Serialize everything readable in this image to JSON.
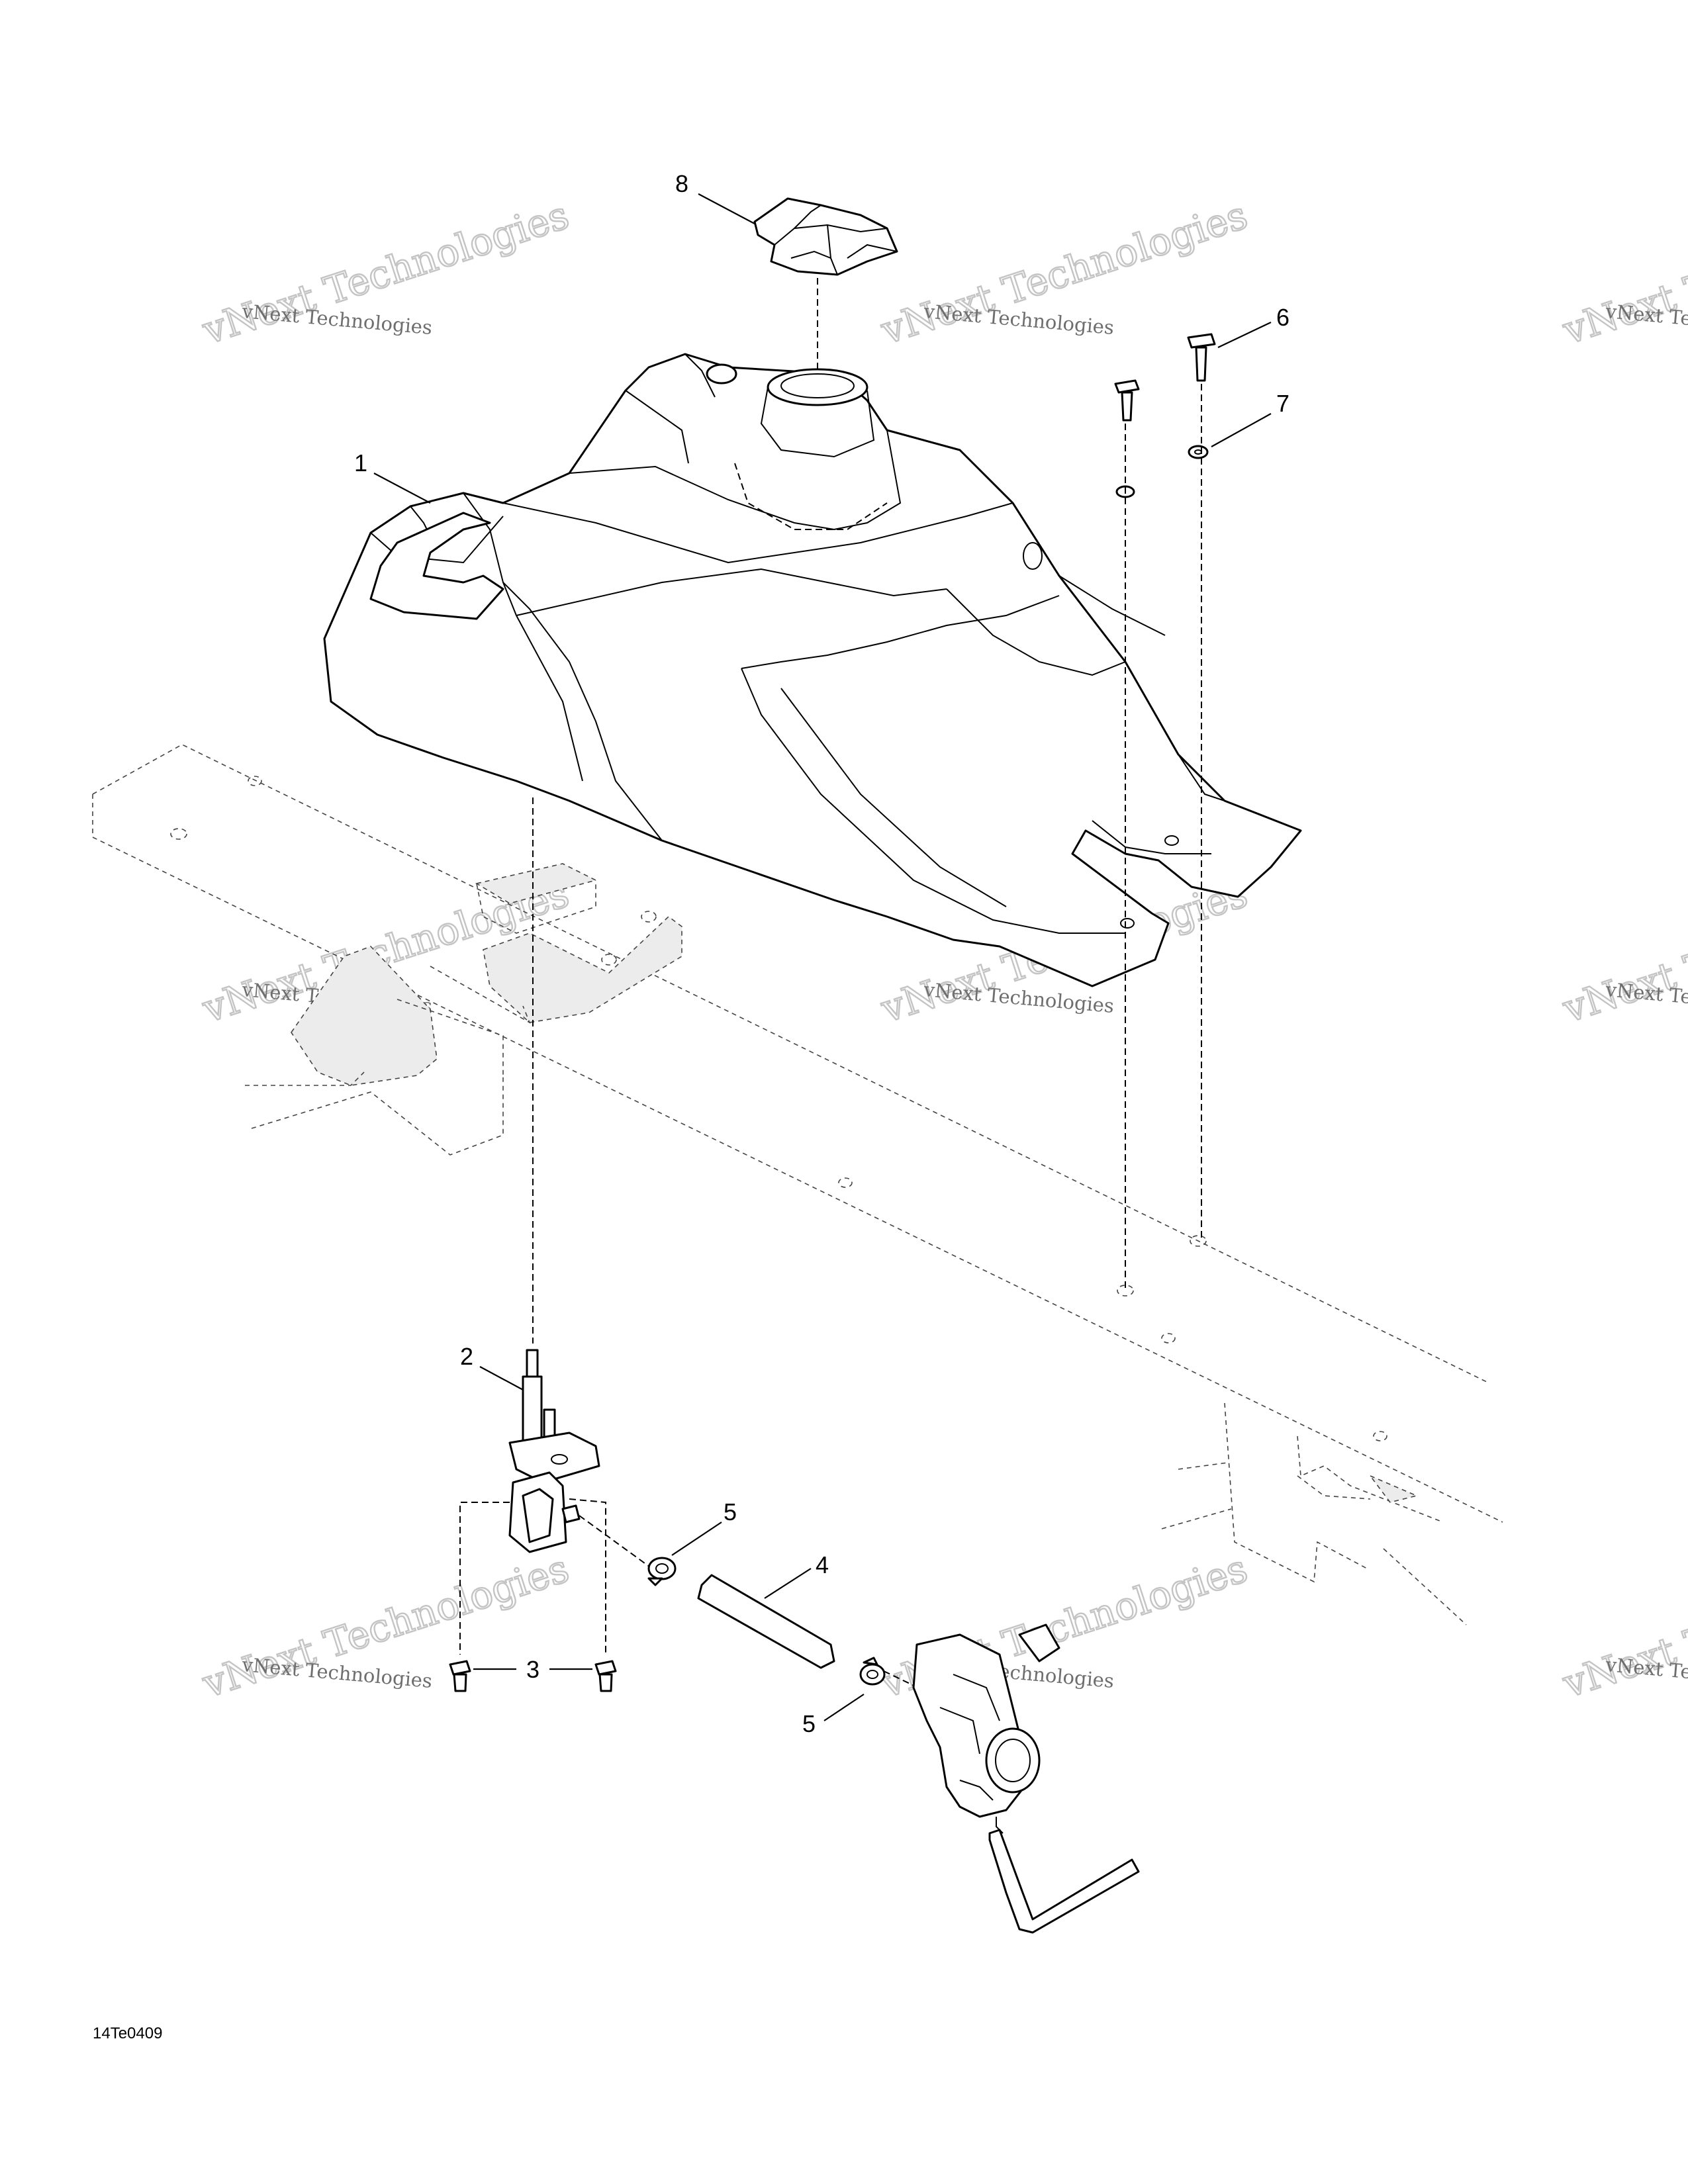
{
  "figure_code": "14Te0409",
  "watermark": {
    "small": "vNext Technologies",
    "big": "vNext Technologies"
  },
  "callouts": {
    "c1": "1",
    "c2": "2",
    "c3": "3",
    "c4": "4",
    "c5a": "5",
    "c5b": "5",
    "c6": "6",
    "c7": "7",
    "c8": "8"
  }
}
